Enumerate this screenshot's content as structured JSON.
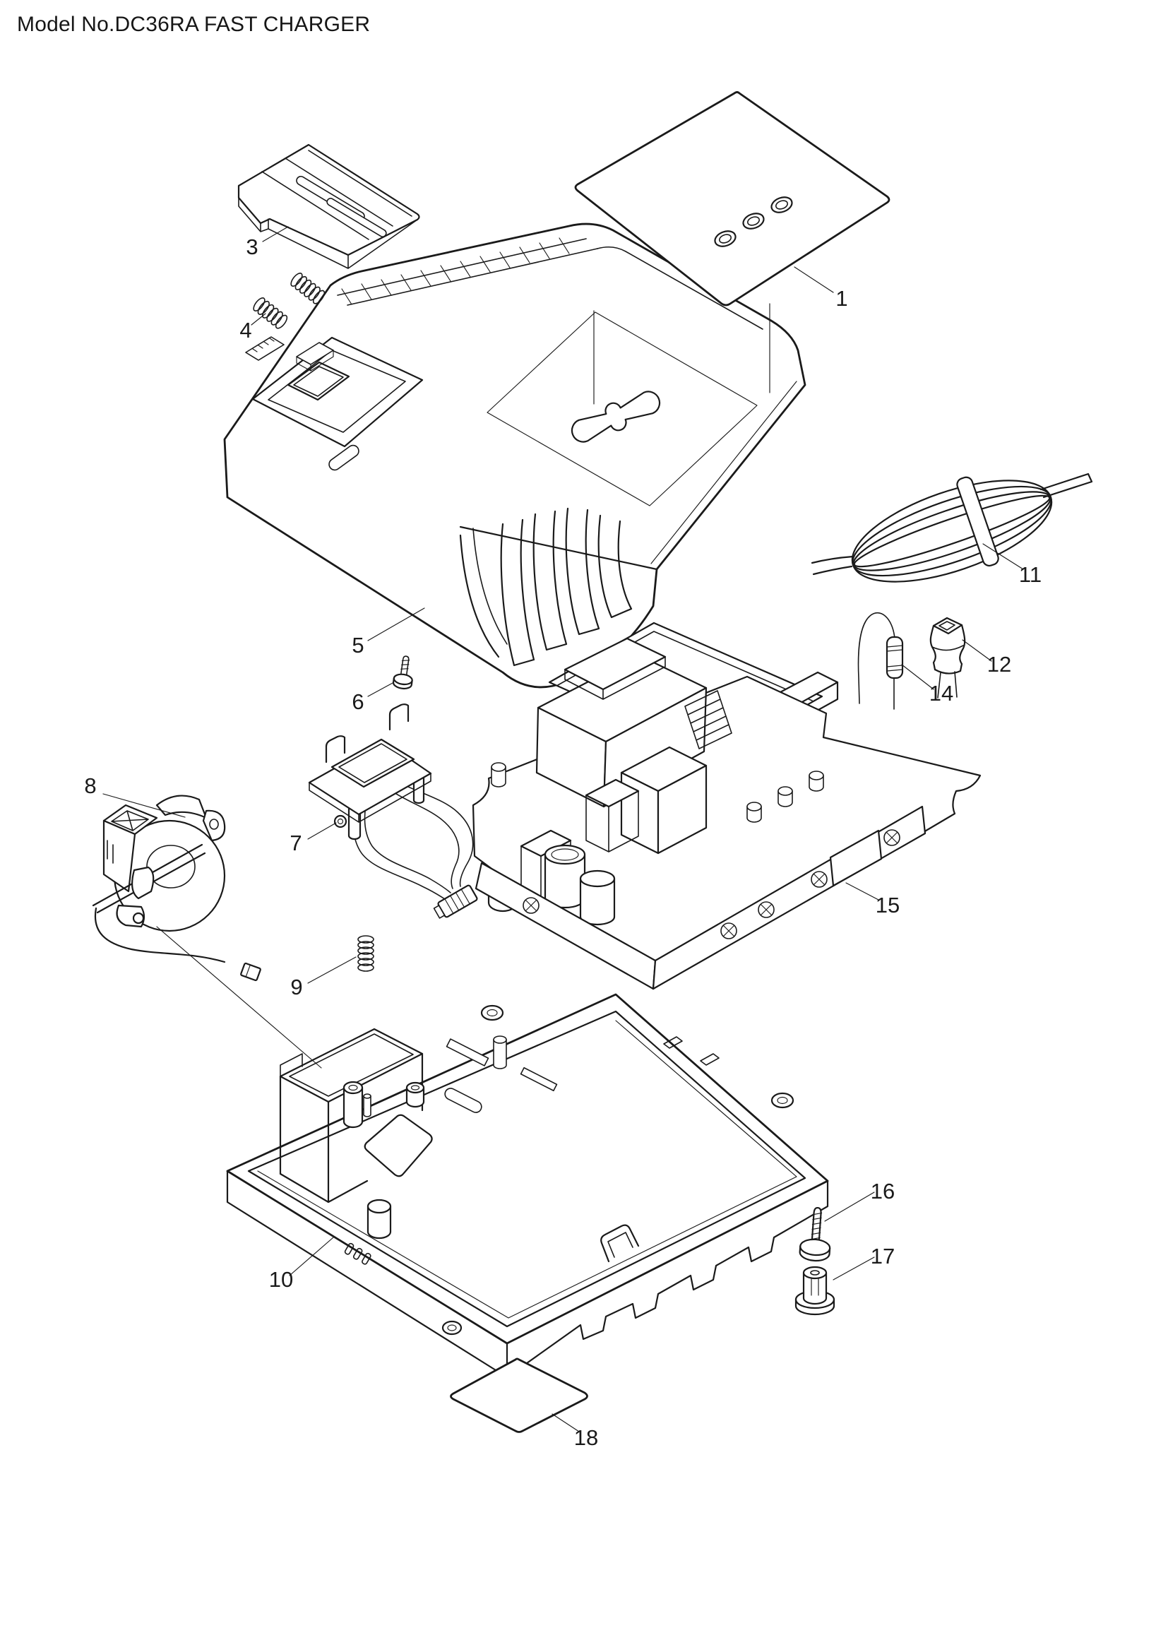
{
  "title": "Model No.DC36RA FAST CHARGER",
  "diagram": {
    "type": "exploded-parts-diagram",
    "colors": {
      "line": "#1a1a1a",
      "background": "#ffffff"
    },
    "callouts": [
      {
        "num": "1"
      },
      {
        "num": "3"
      },
      {
        "num": "4"
      },
      {
        "num": "5"
      },
      {
        "num": "6"
      },
      {
        "num": "7"
      },
      {
        "num": "8"
      },
      {
        "num": "9"
      },
      {
        "num": "10"
      },
      {
        "num": "11"
      },
      {
        "num": "12"
      },
      {
        "num": "14"
      },
      {
        "num": "15"
      },
      {
        "num": "16"
      },
      {
        "num": "17"
      },
      {
        "num": "18"
      }
    ]
  }
}
